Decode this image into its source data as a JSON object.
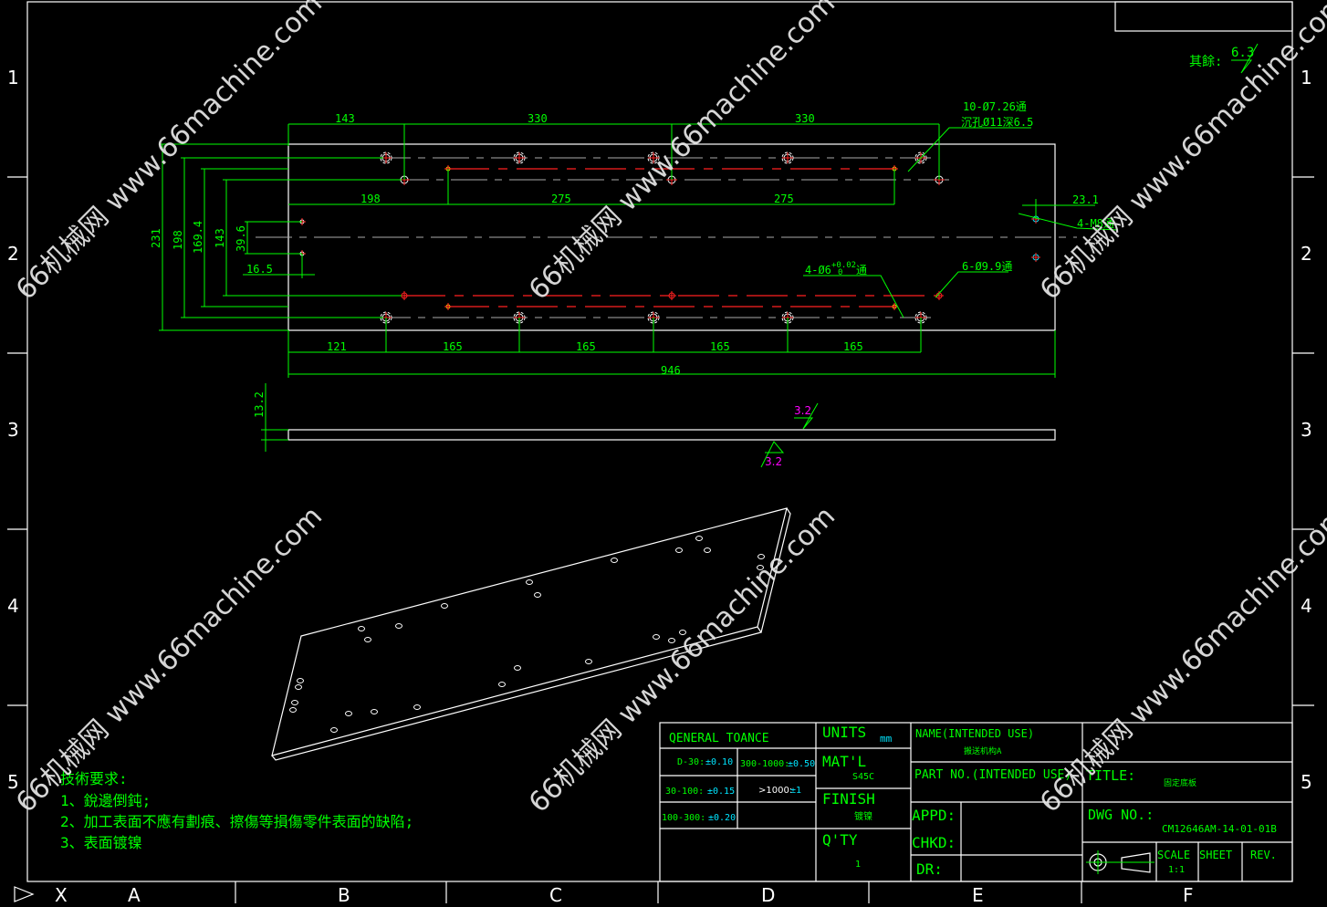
{
  "zones": {
    "rows": [
      "1",
      "2",
      "3",
      "4",
      "5"
    ],
    "cols": [
      "A",
      "B",
      "C",
      "D",
      "E",
      "F"
    ],
    "corner": "X"
  },
  "roughness": {
    "label": "其餘:",
    "value": "6.3"
  },
  "top_view": {
    "dims_top": [
      "143",
      "330",
      "330"
    ],
    "dims_mid": [
      "198",
      "275",
      "275"
    ],
    "dims_bottom": [
      "121",
      "165",
      "165",
      "165",
      "165"
    ],
    "overall_length": "946",
    "dims_left": [
      "231",
      "198",
      "169.4",
      "143",
      "39.6"
    ],
    "dim_16_5": "16.5",
    "dim_23_1": "23.1",
    "callout_holes_1": "10-Ø7.26通",
    "callout_holes_2": "沉孔Ø11深6.5",
    "callout_m": "4-M8通",
    "callout_pin": "4-Ø6",
    "callout_pin_tol_upper": "+0.02",
    "callout_pin_tol_lower": "0",
    "callout_pin_suffix": "通",
    "callout_99": "6-Ø9.9通"
  },
  "side_view": {
    "thickness": "13.2",
    "roughness_top": "3.2",
    "roughness_bottom": "3.2"
  },
  "notes": {
    "title": "技術要求:",
    "items": [
      "1、銳邊倒鈍;",
      "2、加工表面不應有劃痕、擦傷等損傷零件表面的缺陷;",
      "3、表面镀镍"
    ]
  },
  "title_block": {
    "general_tolerance": "QENERAL TOANCE",
    "tolerances": [
      {
        "range": "D-30:",
        "value": "±0.10"
      },
      {
        "range": "300-1000:",
        "value": "±0.50"
      },
      {
        "range": "30-100: ",
        "value": "±0.15"
      },
      {
        "range": ">1000:",
        "value": "±1"
      },
      {
        "range": "100-300:",
        "value": "±0.20"
      }
    ],
    "units_label": "UNITS",
    "units_value": "mm",
    "material_label": "MAT'L",
    "material_value": "S45C",
    "finish_label": "FINISH",
    "finish_value": "镀镍",
    "qty_label": "Q'TY",
    "qty_value": "1",
    "name_label": "NAME(INTENDED USE)",
    "name_value": "搬送机构A",
    "part_no_label": "PART NO.(INTENDED USE)",
    "title_label": "TITLE:",
    "title_value": "固定底板",
    "appd_label": "APPD:",
    "chkd_label": "CHKD:",
    "dr_label": "DR:",
    "dwg_no_label": "DWG NO.:",
    "dwg_no_value": "CM12646AM-14-01-01B",
    "scale_label": "SCALE",
    "scale_value": "1:1",
    "sheet_label": "SHEET",
    "rev_label": "REV."
  },
  "watermark": "66机械网 www.66machine.com"
}
